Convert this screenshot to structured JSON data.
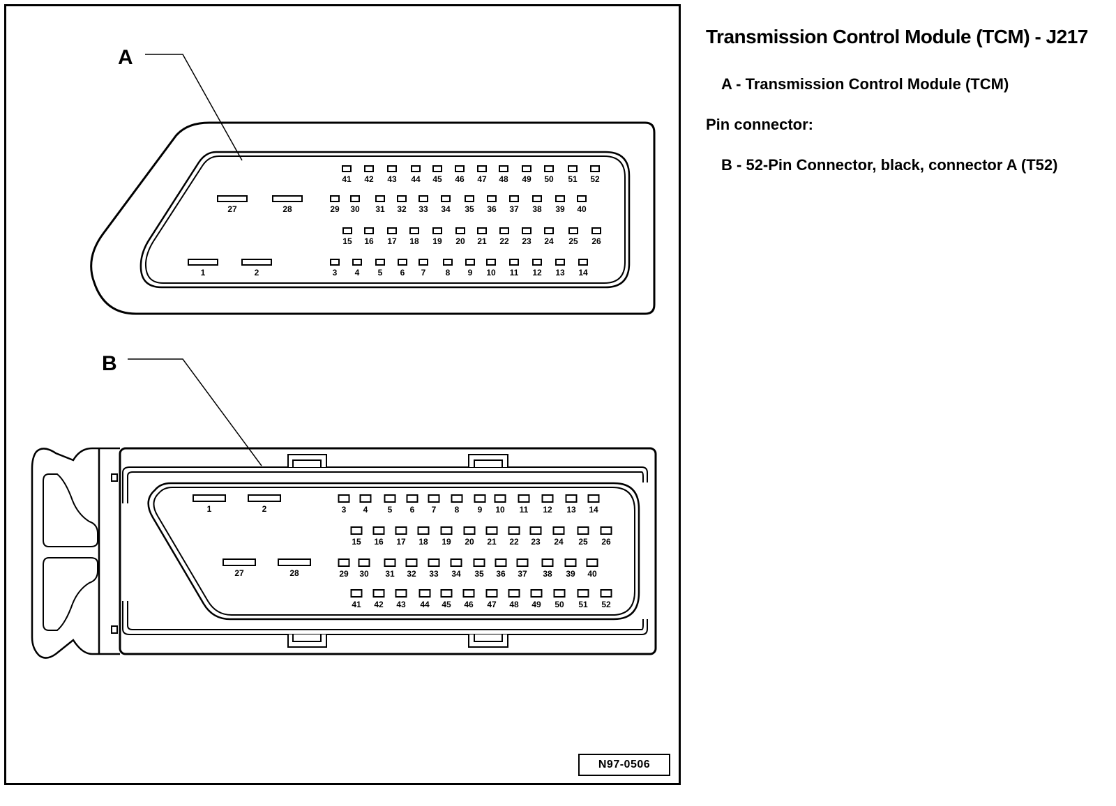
{
  "legend": {
    "title": "Transmission Control Module (TCM) - J217",
    "item_a_key": "A - ",
    "item_a_text": "Transmission Control Module (TCM)",
    "pin_connector_heading": "Pin connector:",
    "item_b_key": "B - ",
    "item_b_text": "52-Pin Connector, black, connector A (T52)"
  },
  "callouts": {
    "a": "A",
    "b": "B"
  },
  "reference_code": "N97-0506",
  "connector_a_pins": {
    "row1": [
      "41",
      "42",
      "43",
      "44",
      "45",
      "46",
      "47",
      "48",
      "49",
      "50",
      "51",
      "52"
    ],
    "row2_large": [
      "27",
      "28"
    ],
    "row2": [
      "29",
      "30",
      "31",
      "32",
      "33",
      "34",
      "35",
      "36",
      "37",
      "38",
      "39",
      "40"
    ],
    "row3": [
      "15",
      "16",
      "17",
      "18",
      "19",
      "20",
      "21",
      "22",
      "23",
      "24",
      "25",
      "26"
    ],
    "row4_large": [
      "1",
      "2"
    ],
    "row4": [
      "3",
      "4",
      "5",
      "6",
      "7",
      "8",
      "9",
      "10",
      "11",
      "12",
      "13",
      "14"
    ]
  },
  "connector_b_pins": {
    "row1_large": [
      "1",
      "2"
    ],
    "row1": [
      "3",
      "4",
      "5",
      "6",
      "7",
      "8",
      "9",
      "10",
      "11",
      "12",
      "13",
      "14"
    ],
    "row2": [
      "15",
      "16",
      "17",
      "18",
      "19",
      "20",
      "21",
      "22",
      "23",
      "24",
      "25",
      "26"
    ],
    "row3_large": [
      "27",
      "28"
    ],
    "row3": [
      "29",
      "30",
      "31",
      "32",
      "33",
      "34",
      "35",
      "36",
      "37",
      "38",
      "39",
      "40"
    ],
    "row4": [
      "41",
      "42",
      "43",
      "44",
      "45",
      "46",
      "47",
      "48",
      "49",
      "50",
      "51",
      "52"
    ]
  }
}
